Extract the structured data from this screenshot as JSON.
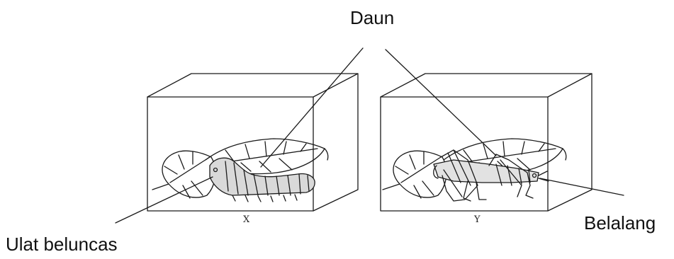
{
  "labels": {
    "leaf": "Daun",
    "caterpillar": "Ulat beluncas",
    "grasshopper": "Belalang"
  },
  "boxes": {
    "left_caption": "X",
    "right_caption": "Y"
  },
  "colors": {
    "ink": "#1a1a1a",
    "paper": "#ffffff",
    "body_fill": "#d9d9d9"
  }
}
